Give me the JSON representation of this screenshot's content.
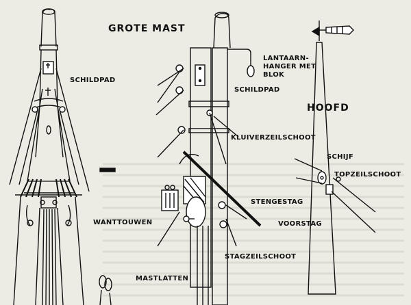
{
  "titles": {
    "grote_mast": "GROTE MAST",
    "hoofd": "HOOFD"
  },
  "labels": {
    "schildpad_left": "SCHILDPAD",
    "schildpad_center": "SCHILDPAD",
    "lantaarnhanger_line1": "LANTAARN-",
    "lantaarnhanger_line2": "HANGER MET",
    "lantaarnhanger_line3": "BLOK",
    "kluiverzeilschoot": "KLUIVERZEILSCHOOT",
    "schijf": "SCHIJF",
    "topzeilschoot": "TOPZEILSCHOOT",
    "stengestag": "STENGESTAG",
    "voorstag": "VOORSTAG",
    "wanttouwen": "WANTTOUWEN",
    "stagzeilschoot": "STAGZEILSCHOOT",
    "mastlatten": "MASTLATTEN"
  }
}
